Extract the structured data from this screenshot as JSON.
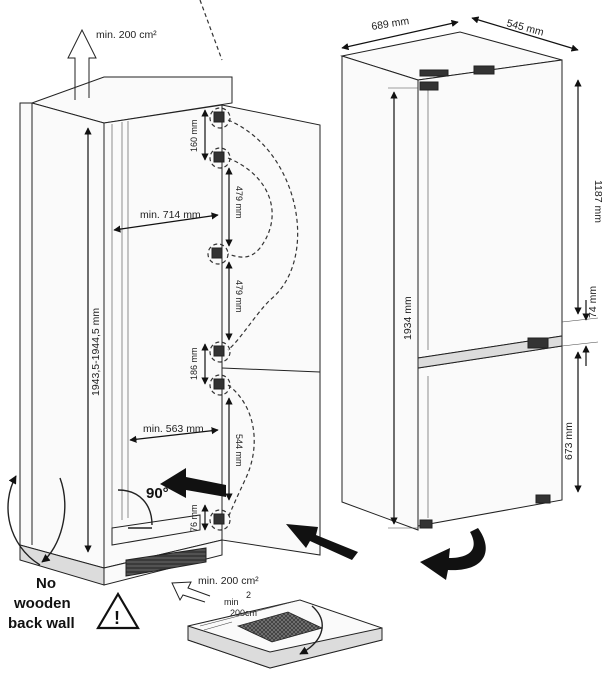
{
  "labels": {
    "vent_top": "min. 200 cm²",
    "dim_160": "160 mm",
    "dim_479_a": "479 mm",
    "dim_479_b": "479 mm",
    "dim_186": "186 mm",
    "dim_544": "544 mm",
    "dim_76": "76 mm",
    "min_714": "min. 714 mm",
    "min_563": "min. 563 mm",
    "height_niche": "1943,5-1944,5 mm",
    "angle_90": "90°",
    "vent_bottom": "min. 200 cm²",
    "grille_min": "min",
    "grille_2": "2",
    "grille_200": "200cm",
    "no_wooden_1": "No",
    "no_wooden_2": "wooden",
    "no_wooden_3": "back wall",
    "width_689": "689 mm",
    "depth_545": "545 mm",
    "height_1934": "1934 mm",
    "height_1187": "1187 mm",
    "gap_74": "74 mm",
    "height_673": "673 mm"
  },
  "icons": {
    "warning": "warning-triangle-icon"
  }
}
